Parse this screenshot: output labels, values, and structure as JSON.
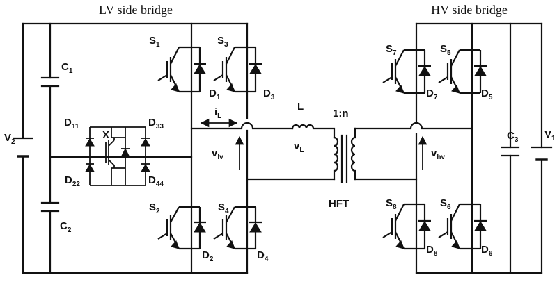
{
  "titles": {
    "lv_bridge": "LV side bridge",
    "hv_bridge": "HV side bridge"
  },
  "sources": {
    "v2": {
      "main": "V",
      "sub": "2"
    },
    "v1": {
      "main": "V",
      "sub": "1"
    }
  },
  "capacitors": {
    "c1": {
      "main": "C",
      "sub": "1"
    },
    "c2": {
      "main": "C",
      "sub": "2"
    },
    "c3": {
      "main": "C",
      "sub": "3"
    }
  },
  "clamp": {
    "d11": {
      "main": "D",
      "sub": "11"
    },
    "d33": {
      "main": "D",
      "sub": "33"
    },
    "d22": {
      "main": "D",
      "sub": "22"
    },
    "d44": {
      "main": "D",
      "sub": "44"
    },
    "switch_x": "X"
  },
  "lv_switches": {
    "s1": {
      "main": "S",
      "sub": "1"
    },
    "s2": {
      "main": "S",
      "sub": "2"
    },
    "s3": {
      "main": "S",
      "sub": "3"
    },
    "s4": {
      "main": "S",
      "sub": "4"
    },
    "d1": {
      "main": "D",
      "sub": "1"
    },
    "d2": {
      "main": "D",
      "sub": "2"
    },
    "d3": {
      "main": "D",
      "sub": "3"
    },
    "d4": {
      "main": "D",
      "sub": "4"
    }
  },
  "hv_switches": {
    "s5": {
      "main": "S",
      "sub": "5"
    },
    "s6": {
      "main": "S",
      "sub": "6"
    },
    "s7": {
      "main": "S",
      "sub": "7"
    },
    "s8": {
      "main": "S",
      "sub": "8"
    },
    "d5": {
      "main": "D",
      "sub": "5"
    },
    "d6": {
      "main": "D",
      "sub": "6"
    },
    "d7": {
      "main": "D",
      "sub": "7"
    },
    "d8": {
      "main": "D",
      "sub": "8"
    }
  },
  "signals": {
    "il": {
      "main": "i",
      "sub": "L"
    },
    "vlv": {
      "main": "v",
      "sub": "lv"
    },
    "vl": {
      "main": "v",
      "sub": "L"
    },
    "vhv": {
      "main": "v",
      "sub": "hv"
    }
  },
  "inductor": "L",
  "transformer": {
    "ratio": "1:n",
    "name": "HFT"
  }
}
